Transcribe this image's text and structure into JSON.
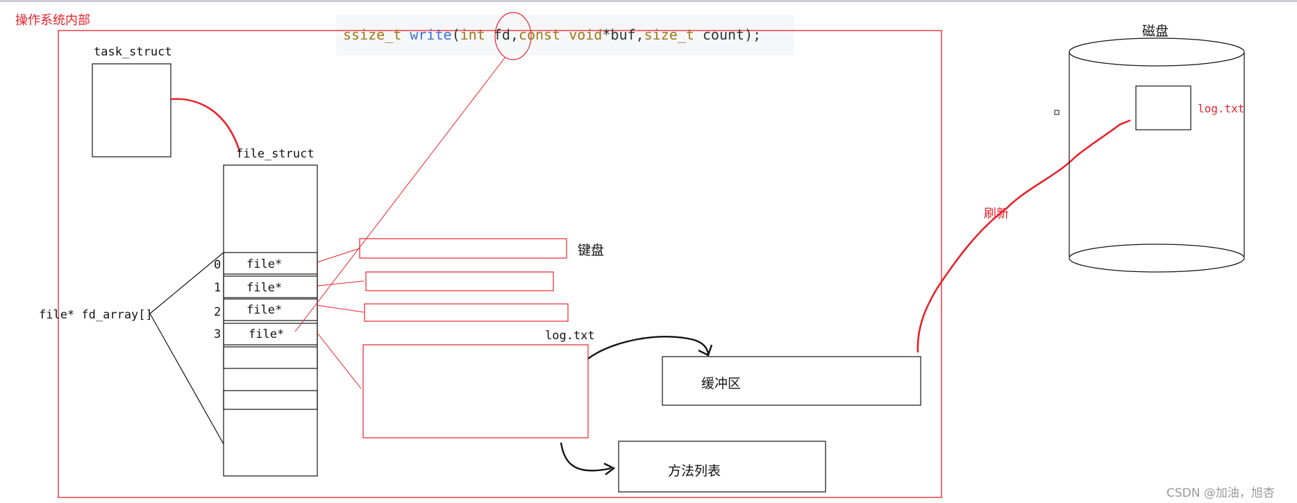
{
  "os_label": "操作系统内部",
  "code": {
    "return_type": "ssize_t",
    "function": "write",
    "p1_type": "int",
    "p1_name": "fd",
    "p2_qual": "const",
    "p2_type": "void",
    "p2_name": "*buf",
    "p3_type": "size_t",
    "p3_name": "count",
    "tail": ");"
  },
  "task_struct_label": "task_struct",
  "file_struct_label": "file_struct",
  "fd_array_label": "file* fd_array[]",
  "fd_slots": [
    {
      "index": "0",
      "label": "file*"
    },
    {
      "index": "1",
      "label": "file*"
    },
    {
      "index": "2",
      "label": "file*"
    },
    {
      "index": "3",
      "label": "file*"
    }
  ],
  "keyboard_label": "键盘",
  "log_file_label": "log.txt",
  "buffer_label": "缓冲区",
  "methods_label": "方法列表",
  "flush_label": "刷新",
  "disk_label": "磁盘",
  "disk_file_label": "log.txt",
  "watermark": "CSDN @加油，旭杏",
  "colors": {
    "red": "#e8212a",
    "code_type": "#a0761a",
    "code_function": "#3b6fd8",
    "watermark": "#9a9a9a"
  }
}
